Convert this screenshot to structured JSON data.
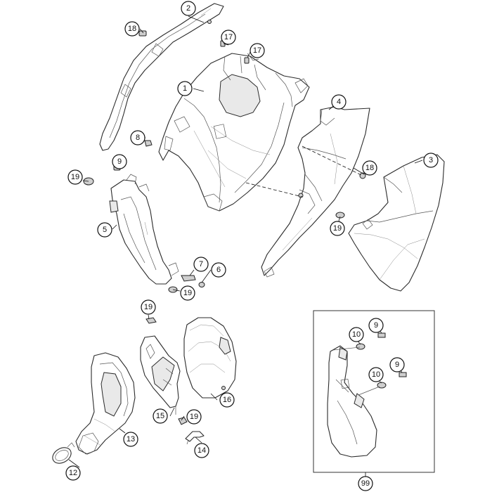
{
  "callouts": {
    "c1": "1",
    "c2": "2",
    "c3": "3",
    "c4": "4",
    "c5": "5",
    "c6": "6",
    "c7": "7",
    "c8": "8",
    "c9a": "9",
    "c9b": "9",
    "c9c": "9",
    "c10a": "10",
    "c10b": "10",
    "c12": "12",
    "c13": "13",
    "c14": "14",
    "c15": "15",
    "c16": "16",
    "c17a": "17",
    "c17b": "17",
    "c18a": "18",
    "c18b": "18",
    "c19a": "19",
    "c19b": "19",
    "c19c": "19",
    "c19d": "19",
    "c19e": "19",
    "c99": "99"
  }
}
